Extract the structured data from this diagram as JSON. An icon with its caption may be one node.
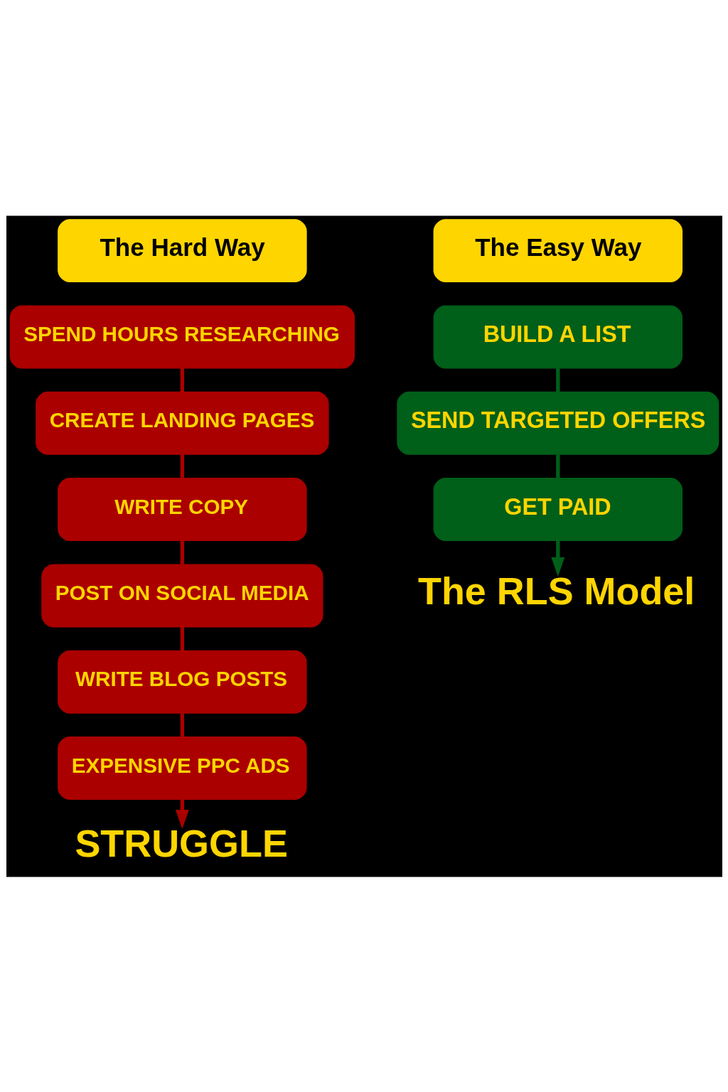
{
  "diagram": {
    "nodes": [
      {
        "text": [
          "The Hard Way"
        ]
      },
      {
        "text": [
          "The Easy Way"
        ]
      },
      {
        "text": [
          "SPEND HOURS RESEARCHING"
        ]
      },
      {
        "text": [
          "CREATE LANDING PAGES"
        ]
      },
      {
        "text": [
          "WRITE COPY"
        ]
      },
      {
        "text": [
          "POST ON SOCIAL MEDIA"
        ]
      },
      {
        "text": [
          "WRITE BLOG POSTS"
        ]
      },
      {
        "text": [
          "EXPENSIVE PPC ADS"
        ]
      },
      {
        "text": [
          "STRUGGLE"
        ]
      },
      {
        "text": [
          "BUILD A LIST"
        ]
      },
      {
        "text": [
          "SEND TARGETED OFFERS"
        ]
      },
      {
        "text": [
          "GET PAID"
        ]
      },
      {
        "text": [
          "The RLS Model"
        ]
      }
    ],
    "edges": [
      {
        "from": 2,
        "to": 3,
        "arrow": "none"
      },
      {
        "from": 3,
        "to": 4,
        "arrow": "none"
      },
      {
        "from": 4,
        "to": 5,
        "arrow": "none"
      },
      {
        "from": 5,
        "to": 6,
        "arrow": "none"
      },
      {
        "from": 6,
        "to": 7,
        "arrow": "none"
      },
      {
        "from": 7,
        "to": 8,
        "arrow": "to"
      },
      {
        "from": 9,
        "to": 10,
        "arrow": "none",
        "color": "#005f19"
      },
      {
        "from": 10,
        "to": 11,
        "arrow": "none",
        "color": "#005f19"
      },
      {
        "from": 11,
        "to": 12,
        "arrow": "to",
        "color": "#005f19"
      }
    ]
  }
}
